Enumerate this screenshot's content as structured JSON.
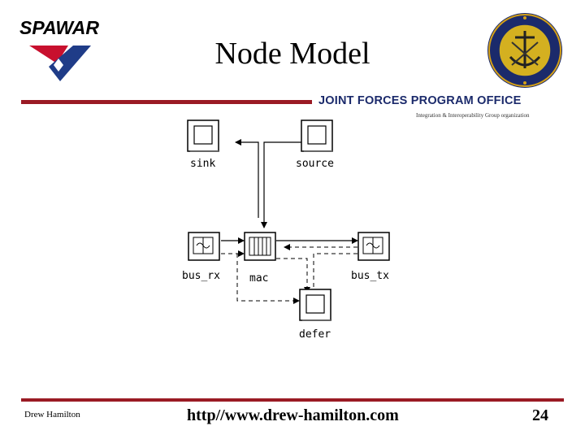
{
  "header": {
    "logo_text": "SPAWAR",
    "title": "Node Model",
    "office": "JOINT FORCES PROGRAM OFFICE",
    "office_subtitle": "Integration & Interoperability Group organization",
    "seal_icon": "joint-forces-seal-icon"
  },
  "diagram": {
    "nodes": {
      "sink": "sink",
      "source": "source",
      "bus_rx": "bus_rx",
      "mac": "mac",
      "bus_tx": "bus_tx",
      "defer": "defer"
    }
  },
  "footer": {
    "author": "Drew Hamilton",
    "url": "http//www.drew-hamilton.com",
    "page": "24"
  },
  "colors": {
    "rule": "#9a1a24",
    "office_text": "#1b2a6b",
    "logo_red": "#c8102e",
    "logo_blue": "#1f3c88"
  }
}
